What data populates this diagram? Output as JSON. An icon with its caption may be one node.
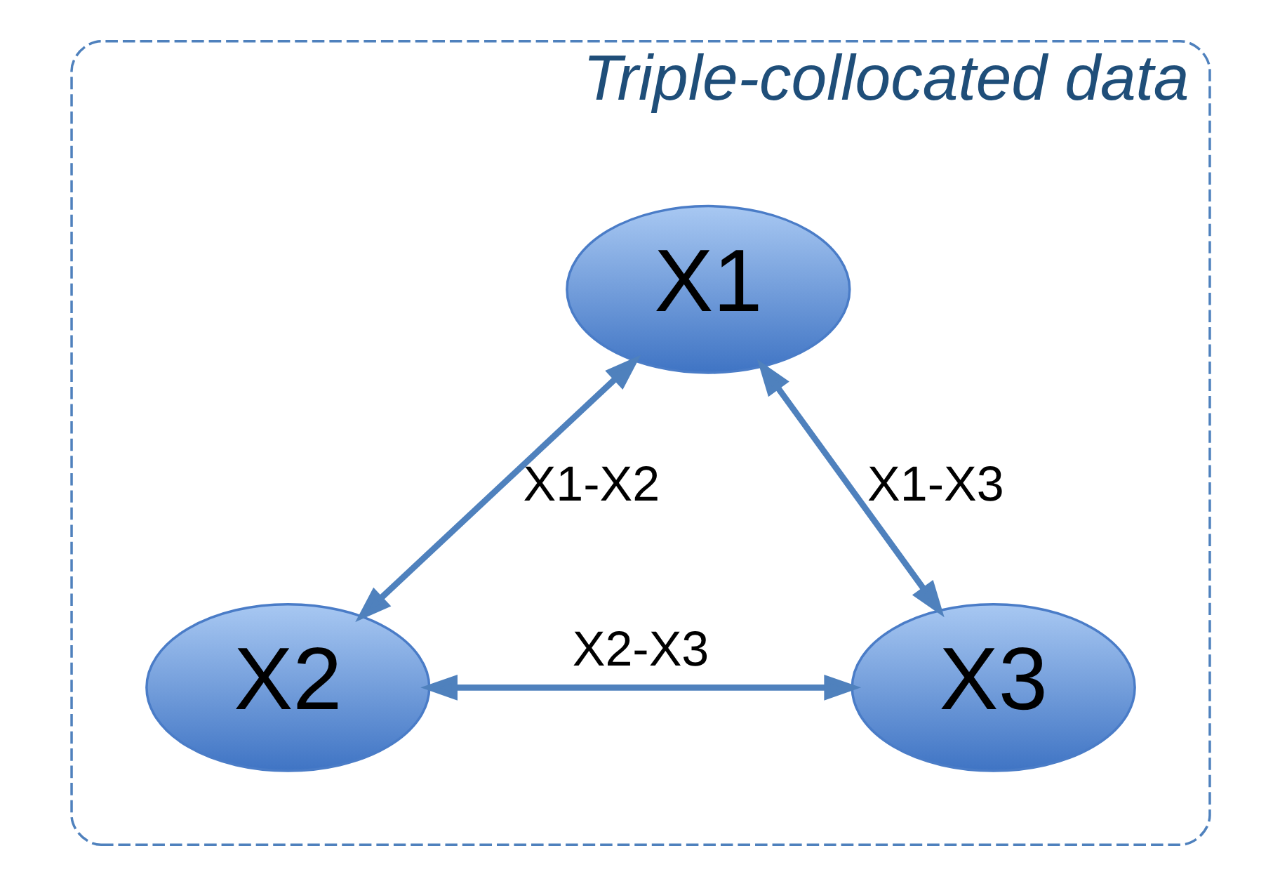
{
  "diagram": {
    "nodes": [
      {
        "text": [
          "Triple-collocated data"
        ]
      },
      {
        "text": [
          "X1"
        ],
        "in": 0
      },
      {
        "text": [
          "X2"
        ],
        "in": 0
      },
      {
        "text": [
          "X3"
        ],
        "in": 0
      }
    ],
    "edges": [
      {
        "from": 1,
        "to": 2,
        "arrow": "both",
        "label": "X1-X2"
      },
      {
        "from": 1,
        "to": 3,
        "arrow": "both",
        "label": "X1-X3"
      },
      {
        "from": 2,
        "to": 3,
        "arrow": "both",
        "label": "X2-X3"
      }
    ]
  }
}
